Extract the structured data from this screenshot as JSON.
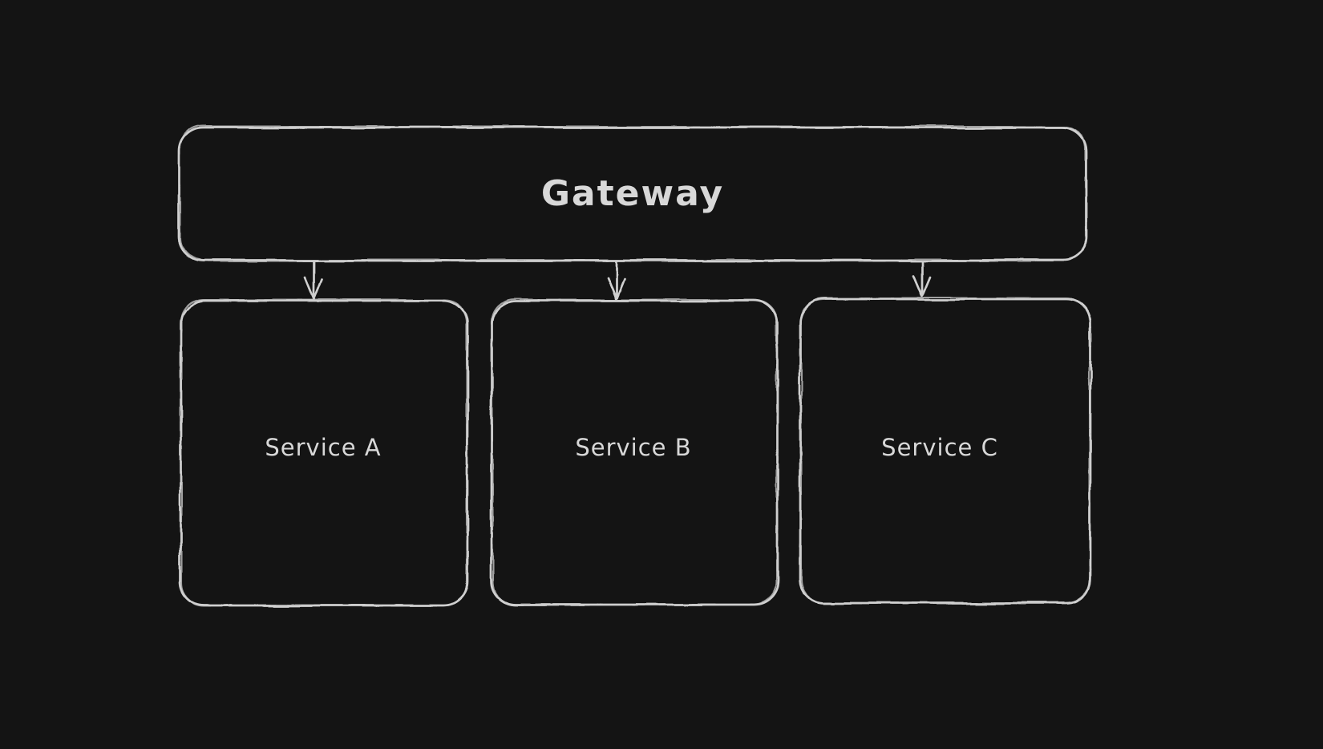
{
  "canvas": {
    "background_color": "#141414",
    "stroke_color": "#cfcfcf",
    "text_color": "#d8d8d8"
  },
  "nodes": {
    "gateway": {
      "label": "Gateway"
    },
    "service_a": {
      "label": "Service A"
    },
    "service_b": {
      "label": "Service B"
    },
    "service_c": {
      "label": "Service C"
    }
  },
  "edges": [
    {
      "from": "Gateway",
      "to": "Service A",
      "type": "arrow-down"
    },
    {
      "from": "Gateway",
      "to": "Service B",
      "type": "arrow-down"
    },
    {
      "from": "Gateway",
      "to": "Service C",
      "type": "arrow-down"
    }
  ]
}
